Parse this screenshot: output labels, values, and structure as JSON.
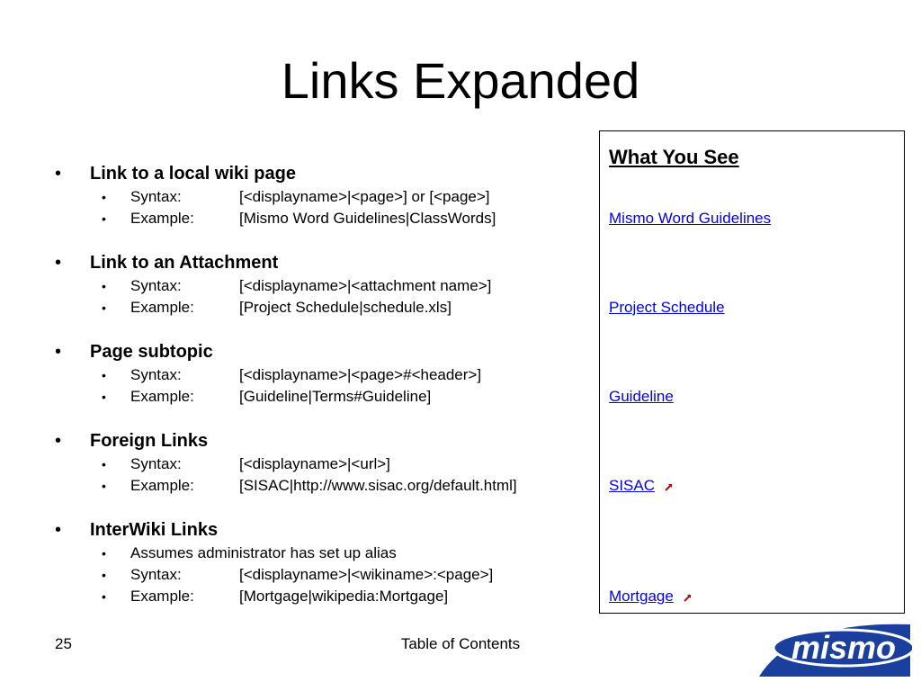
{
  "title": "Links Expanded",
  "sections": [
    {
      "heading": "Link to a local wiki page",
      "items": [
        {
          "key": "Syntax:",
          "val": "[<displayname>|<page>] or [<page>]"
        },
        {
          "key": "Example:",
          "val": "[Mismo Word Guidelines|ClassWords]"
        }
      ]
    },
    {
      "heading": "Link to an Attachment",
      "items": [
        {
          "key": "Syntax:",
          "val": "[<displayname>|<attachment name>]"
        },
        {
          "key": "Example:",
          "val": "[Project Schedule|schedule.xls]"
        }
      ]
    },
    {
      "heading": "Page subtopic",
      "items": [
        {
          "key": "Syntax:",
          "val": "[<displayname>|<page>#<header>]"
        },
        {
          "key": "Example:",
          "val": "[Guideline|Terms#Guideline]"
        }
      ]
    },
    {
      "heading": "Foreign Links",
      "items": [
        {
          "key": "Syntax:",
          "val": "[<displayname>|<url>]"
        },
        {
          "key": "Example:",
          "val": "[SISAC|http://www.sisac.org/default.html]"
        }
      ]
    },
    {
      "heading": "InterWiki Links",
      "items": [
        {
          "key": "Assumes administrator has set up alias",
          "val": ""
        },
        {
          "key": "Syntax:",
          "val": "[<displayname>|<wikiname>:<page>]"
        },
        {
          "key": "Example:",
          "val": "[Mortgage|wikipedia:Mortgage]"
        }
      ]
    }
  ],
  "panel": {
    "heading": "What You See",
    "links": [
      {
        "text": "Mismo Word Guidelines",
        "external": false
      },
      {
        "text": "Project Schedule",
        "external": false
      },
      {
        "text": "Guideline",
        "external": false
      },
      {
        "text": "SISAC",
        "external": true
      },
      {
        "text": "Mortgage",
        "external": true
      }
    ]
  },
  "footer": {
    "page_number": "25",
    "center_text": "Table of Contents"
  },
  "logo": {
    "text": "mismo",
    "color": "#1a3f9c"
  },
  "bullet": "•",
  "link_color": "#0000ee",
  "external_icon_color": "#cc0000"
}
